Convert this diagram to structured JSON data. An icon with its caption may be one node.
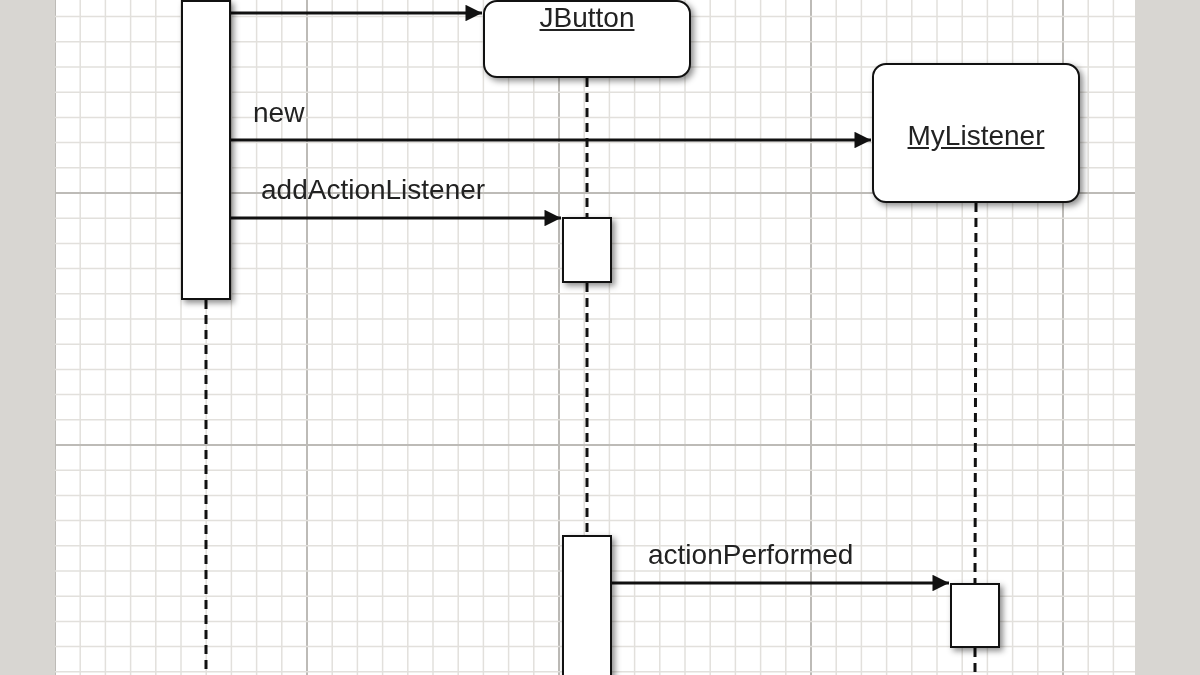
{
  "diagram": {
    "nodes": [
      {
        "text": [],
        "shape": "bar"
      },
      {
        "text": [
          "JButton"
        ]
      },
      {
        "text": [
          "MyListener"
        ]
      },
      {
        "text": [],
        "shape": "bar"
      },
      {
        "text": [],
        "shape": "bar"
      },
      {
        "text": [],
        "shape": "bar"
      }
    ],
    "edges": [
      {
        "from": 0,
        "to": 1,
        "arrow": "to"
      },
      {
        "from": 0,
        "to": 2,
        "label": "new",
        "arrow": "to"
      },
      {
        "from": 0,
        "to": 3,
        "label": "addActionListener",
        "arrow": "to"
      },
      {
        "from": 4,
        "to": 5,
        "label": "actionPerformed",
        "arrow": "to"
      },
      {
        "from": 1,
        "to": 3,
        "arrow": "none",
        "style": "dashed"
      },
      {
        "from": 3,
        "to": 4,
        "arrow": "none",
        "style": "dashed"
      },
      {
        "from": 2,
        "to": 5,
        "arrow": "none",
        "style": "dashed"
      },
      {
        "from": 0,
        "to": null,
        "arrow": "none",
        "style": "dashed"
      },
      {
        "from": 5,
        "to": null,
        "arrow": "none",
        "style": "dashed"
      }
    ]
  }
}
